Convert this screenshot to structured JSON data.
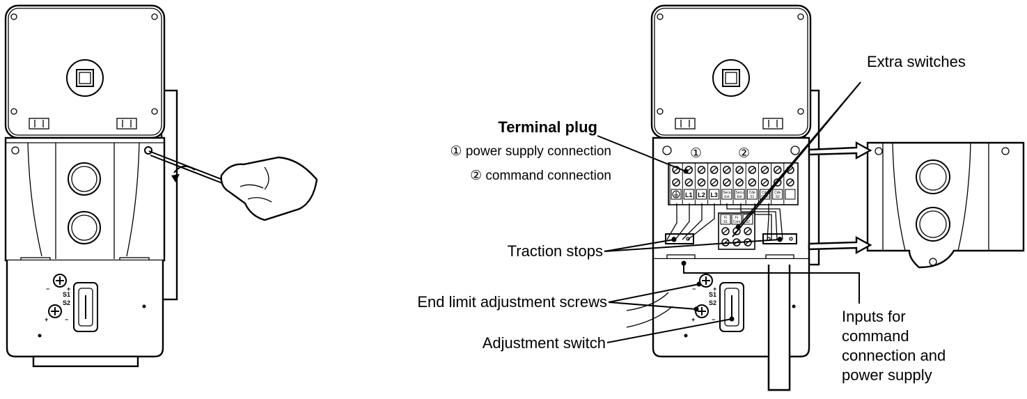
{
  "labels": {
    "terminal_plug": "Terminal plug",
    "power_supply_connection": "① power supply connection",
    "command_connection": "② command connection",
    "extra_switches": "Extra switches",
    "traction_stops": "Traction stops",
    "end_limit_adjustment_screws": "End limit adjustment screws",
    "adjustment_switch": "Adjustment switch",
    "inputs_line1": "Inputs for",
    "inputs_line2": "command",
    "inputs_line3": "connection and",
    "inputs_line4": "power supply"
  },
  "markings": {
    "circle_1": "①",
    "circle_2": "②",
    "s1": "S1",
    "s2": "S2",
    "minus": "−",
    "plus": "+",
    "terminals": [
      "L1",
      "L2",
      "L3"
    ],
    "terminal_small": [
      "Secu Ext",
      "Secu Ext",
      "Cde S1",
      "Cde Com",
      "Cde S2"
    ],
    "fc_labels": [
      "Fi S1",
      "Fi Com",
      "Fi S2"
    ]
  }
}
